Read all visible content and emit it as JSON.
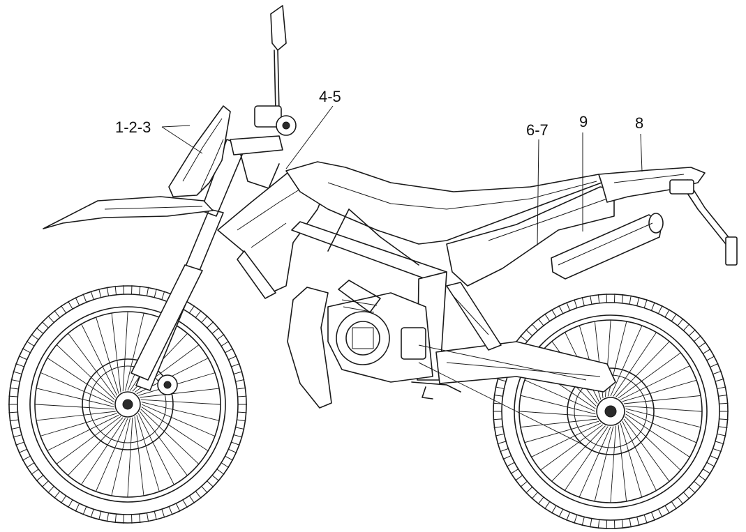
{
  "callouts": [
    {
      "id": "1-2-3",
      "label": "1-2-3"
    },
    {
      "id": "4-5",
      "label": "4-5"
    },
    {
      "id": "6-7",
      "label": "6-7"
    },
    {
      "id": "9",
      "label": "9"
    },
    {
      "id": "8",
      "label": "8"
    }
  ]
}
